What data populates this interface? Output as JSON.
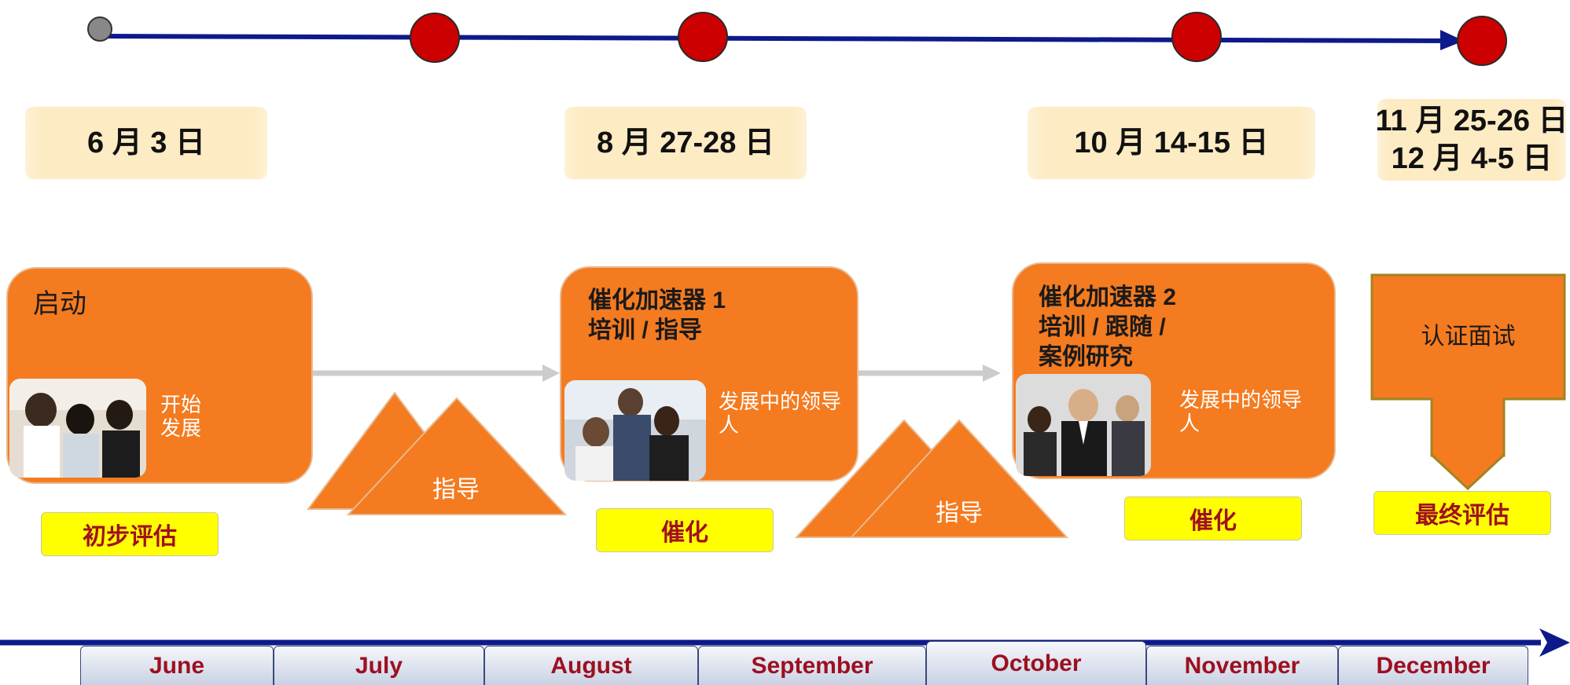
{
  "timeline": {
    "colors": {
      "line": "#0c1a8a",
      "milestone": "#cc0000",
      "start": "#888888"
    }
  },
  "dates": [
    {
      "text": "6 月 3 日"
    },
    {
      "text": "8 月 27-28 日"
    },
    {
      "text": "10 月 14-15 日"
    },
    {
      "line1": "11 月 25-26 日",
      "line2": "12 月 4-5 日"
    }
  ],
  "phases": {
    "kickoff": {
      "title": "启动",
      "sub": "开始\n发展"
    },
    "accel1": {
      "title": "催化加速器 1\n培训 / 指导",
      "sub": "发展中的领导人"
    },
    "accel2": {
      "title": "催化加速器  2\n培训 / 跟随 /\n案例研究",
      "sub": "发展中的领导人"
    },
    "cert": {
      "title": "认证面试"
    }
  },
  "coaching": {
    "label1": "指导",
    "label2": "指导"
  },
  "tags": {
    "initial": "初步评估",
    "catalyst1": "催化",
    "catalyst2": "催化",
    "final": "最终评估"
  },
  "months": [
    "June",
    "July",
    "August",
    "September",
    "October",
    "November",
    "December"
  ],
  "colors": {
    "orange": "#f47b20",
    "yellow": "#ffff00",
    "tag_text": "#a01020",
    "arrow_gray": "#cccccc"
  }
}
